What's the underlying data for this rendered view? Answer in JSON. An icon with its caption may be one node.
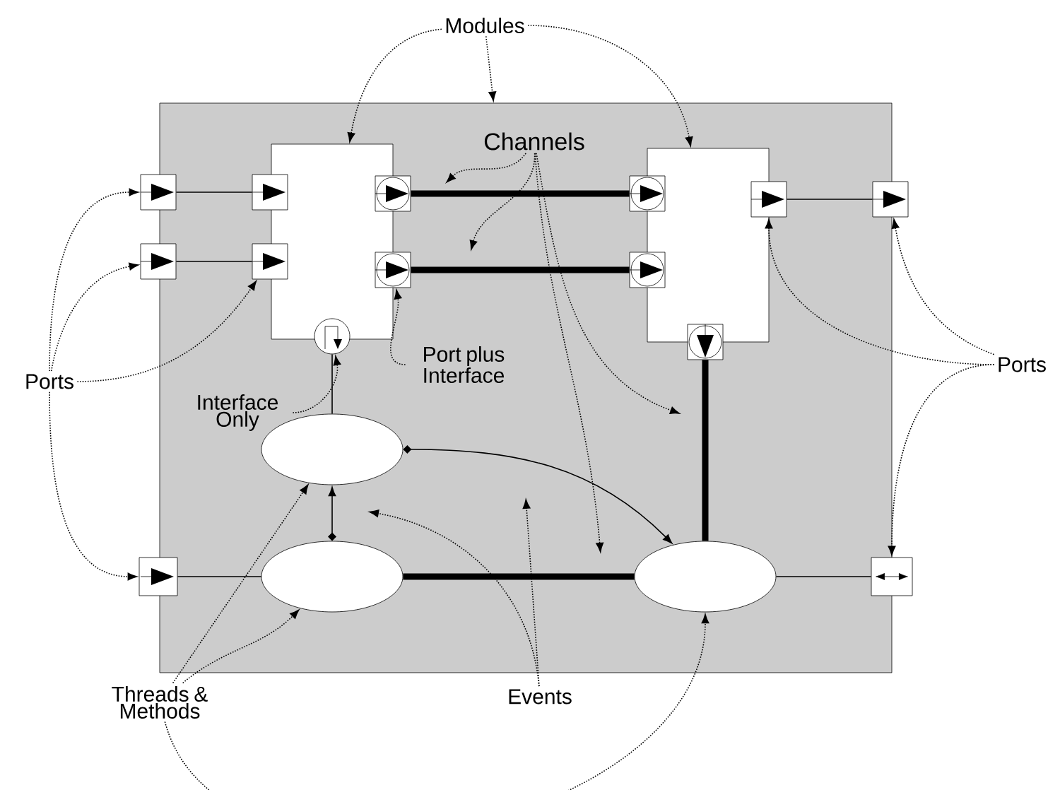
{
  "diagram": {
    "nodes": [
      {
        "text": [],
        "shape": "box"
      },
      {
        "text": [],
        "shape": "box",
        "in": 0
      },
      {
        "text": [],
        "shape": "box",
        "in": 0
      },
      {
        "text": [],
        "shape": "box"
      },
      {
        "text": [],
        "shape": "box"
      },
      {
        "text": [],
        "shape": "box",
        "in": 0
      },
      {
        "text": [],
        "shape": "box",
        "in": 0
      },
      {
        "text": [],
        "shape": "box",
        "in": 0
      },
      {
        "text": [],
        "shape": "box",
        "in": 0
      },
      {
        "text": [],
        "shape": "circle",
        "in": 0
      },
      {
        "text": [],
        "shape": "box",
        "in": 0
      },
      {
        "text": [],
        "shape": "box",
        "in": 0
      },
      {
        "text": [],
        "shape": "box",
        "in": 0
      },
      {
        "text": [],
        "shape": "box"
      },
      {
        "text": [],
        "shape": "box",
        "in": 0
      },
      {
        "text": [],
        "shape": "ellipse",
        "in": 0
      },
      {
        "text": [],
        "shape": "ellipse",
        "in": 0
      },
      {
        "text": [],
        "shape": "ellipse",
        "in": 0
      },
      {
        "text": [],
        "shape": "box"
      },
      {
        "text": [],
        "shape": "box"
      },
      {
        "text": [
          "Modules"
        ]
      },
      {
        "text": [
          "Channels"
        ],
        "in": 0
      },
      {
        "text": [
          "Port plus Interface"
        ],
        "in": 0
      },
      {
        "text": [
          "Interface Only"
        ],
        "in": 0
      },
      {
        "text": [
          "Ports"
        ]
      },
      {
        "text": [
          "Ports"
        ]
      },
      {
        "text": [
          "Threads & Methods"
        ]
      },
      {
        "text": [
          "Events"
        ]
      }
    ],
    "edges": [
      {
        "from": 3,
        "to": 5,
        "arrow": "none"
      },
      {
        "from": 4,
        "to": 6,
        "arrow": "none"
      },
      {
        "from": 7,
        "to": 10,
        "arrow": "none",
        "style": "thick"
      },
      {
        "from": 8,
        "to": 11,
        "arrow": "none",
        "style": "thick"
      },
      {
        "from": 12,
        "to": 13,
        "arrow": "none"
      },
      {
        "from": 9,
        "to": 15,
        "arrow": "none"
      },
      {
        "from": 14,
        "to": 17,
        "arrow": "none",
        "style": "thick"
      },
      {
        "from": 16,
        "to": 17,
        "arrow": "none",
        "style": "thick"
      },
      {
        "from": 18,
        "to": 16,
        "arrow": "none"
      },
      {
        "from": 17,
        "to": 19,
        "arrow": "none"
      },
      {
        "from": 16,
        "to": 15,
        "arrow": "to"
      },
      {
        "from": 15,
        "to": 17,
        "arrow": "to"
      },
      {
        "from": 20,
        "to": 0,
        "arrow": "to",
        "style": "dashed"
      },
      {
        "from": 20,
        "to": 1,
        "arrow": "to",
        "style": "dashed"
      },
      {
        "from": 20,
        "to": 2,
        "arrow": "to",
        "style": "dashed"
      },
      {
        "from": 21,
        "to": null,
        "arrow": "to",
        "style": "dashed"
      },
      {
        "from": 21,
        "to": null,
        "arrow": "to",
        "style": "dashed"
      },
      {
        "from": 21,
        "to": null,
        "arrow": "to",
        "style": "dashed"
      },
      {
        "from": 21,
        "to": null,
        "arrow": "to",
        "style": "dashed"
      },
      {
        "from": 22,
        "to": 8,
        "arrow": "to",
        "style": "dashed"
      },
      {
        "from": 23,
        "to": 9,
        "arrow": "to",
        "style": "dashed"
      },
      {
        "from": 24,
        "to": 3,
        "arrow": "to",
        "style": "dashed"
      },
      {
        "from": 24,
        "to": 4,
        "arrow": "to",
        "style": "dashed"
      },
      {
        "from": 24,
        "to": 6,
        "arrow": "to",
        "style": "dashed"
      },
      {
        "from": 24,
        "to": 18,
        "arrow": "to",
        "style": "dashed"
      },
      {
        "from": 25,
        "to": 12,
        "arrow": "to",
        "style": "dashed"
      },
      {
        "from": 25,
        "to": 13,
        "arrow": "to",
        "style": "dashed"
      },
      {
        "from": 25,
        "to": 19,
        "arrow": "to",
        "style": "dashed"
      },
      {
        "from": 26,
        "to": 15,
        "arrow": "to",
        "style": "dashed"
      },
      {
        "from": 26,
        "to": 16,
        "arrow": "to",
        "style": "dashed"
      },
      {
        "from": 26,
        "to": 17,
        "arrow": "to",
        "style": "dashed"
      },
      {
        "from": 27,
        "to": null,
        "arrow": "to",
        "style": "dashed"
      },
      {
        "from": 27,
        "to": null,
        "arrow": "to",
        "style": "dashed"
      }
    ]
  }
}
